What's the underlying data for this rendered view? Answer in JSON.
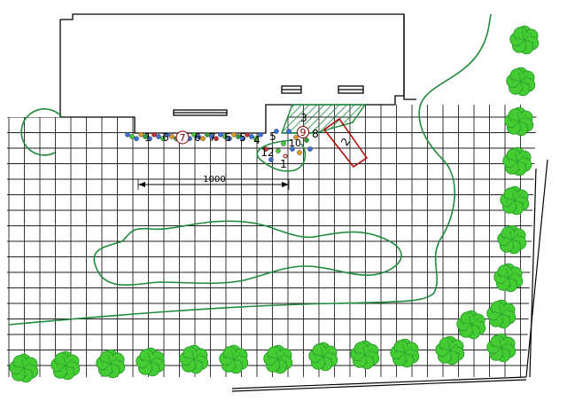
{
  "dimension": {
    "text": "1000"
  },
  "plant_labels": [
    {
      "id": "1a",
      "text": "1",
      "circled": false
    },
    {
      "id": "6a",
      "text": "6",
      "circled": false
    },
    {
      "id": "7a",
      "text": "7",
      "circled": true
    },
    {
      "id": "6b",
      "text": "6",
      "circled": false
    },
    {
      "id": "7b",
      "text": "7",
      "circled": false
    },
    {
      "id": "6c",
      "text": "6",
      "circled": false
    },
    {
      "id": "5a",
      "text": "5",
      "circled": false
    },
    {
      "id": "4a",
      "text": "4",
      "circled": false
    },
    {
      "id": "12a",
      "text": "12",
      "circled": false
    },
    {
      "id": "5b",
      "text": "5",
      "circled": false
    },
    {
      "id": "3a",
      "text": "3",
      "circled": false
    },
    {
      "id": "9a",
      "text": "9",
      "circled": true
    },
    {
      "id": "8a",
      "text": "8",
      "circled": false
    },
    {
      "id": "10a",
      "text": "10",
      "circled": false
    },
    {
      "id": "1b",
      "text": "1",
      "circled": false
    },
    {
      "id": "2a",
      "text": "2",
      "circled": false
    }
  ],
  "colors": {
    "line": "#000000",
    "grid": "#222222",
    "path": "#1f8a3a",
    "tree_dark": "#2e9e2e",
    "tree_light": "#44cc33",
    "hatch": "#1a8a3a",
    "flower_blue": "#3a6fd8",
    "flower_red": "#c03030",
    "flower_orange": "#e09a20",
    "bed_red": "#b00000"
  },
  "icons": [
    "tree-icon",
    "flower-icon"
  ]
}
